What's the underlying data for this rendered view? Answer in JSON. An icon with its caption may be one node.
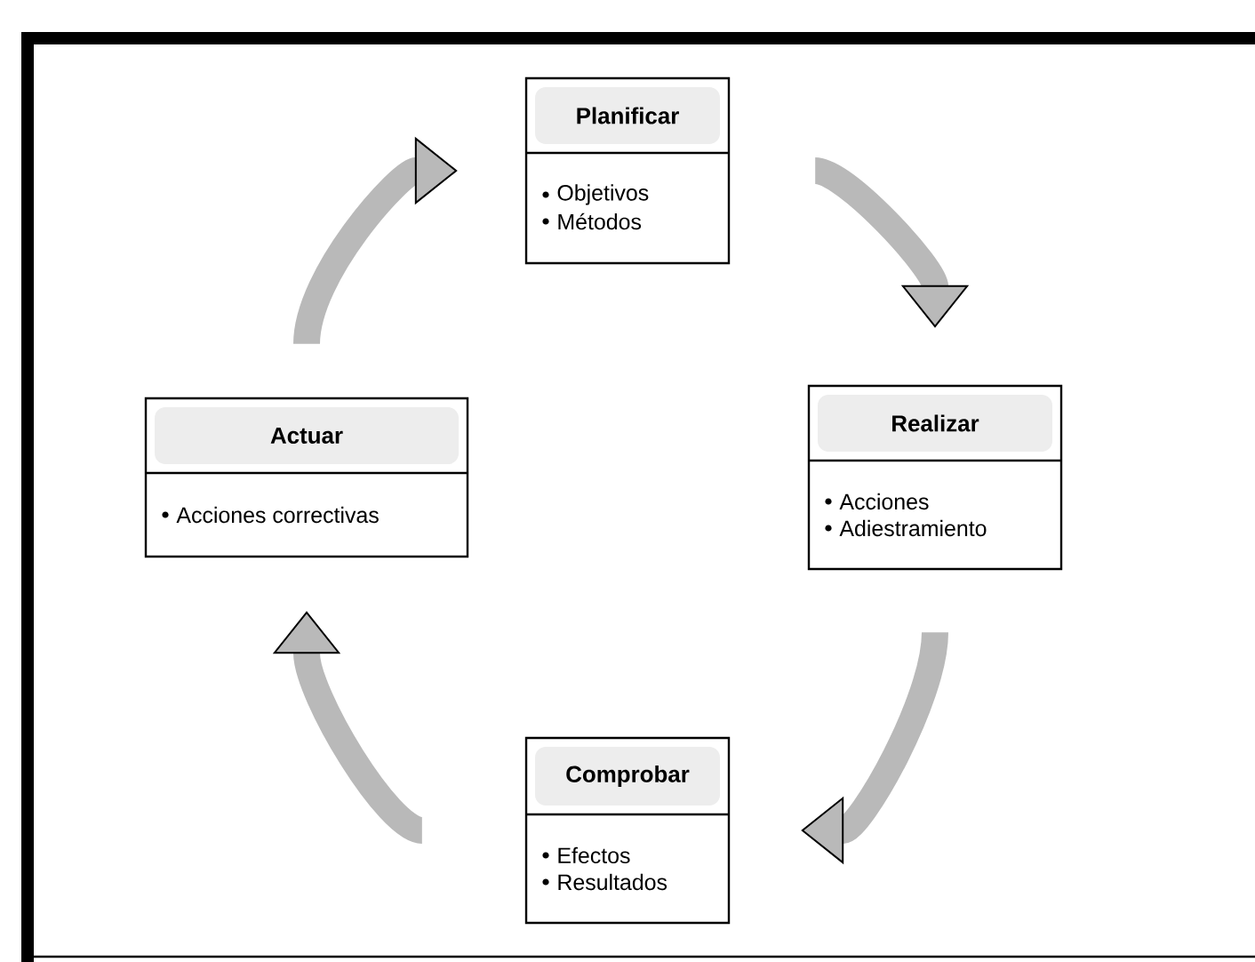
{
  "diagram": {
    "nodes": [
      {
        "text": [
          "Planificar",
          "Objetivos",
          "Métodos"
        ]
      },
      {
        "text": [
          "Realizar",
          "Acciones",
          "Adiestramiento"
        ]
      },
      {
        "text": [
          "Comprobar",
          "Efectos",
          "Resultados"
        ]
      },
      {
        "text": [
          "Actuar",
          "Acciones correctivas"
        ]
      }
    ],
    "edges": [
      {
        "from": 0,
        "to": 1,
        "arrow": "to"
      },
      {
        "from": 1,
        "to": 2,
        "arrow": "to"
      },
      {
        "from": 2,
        "to": 3,
        "arrow": "to"
      },
      {
        "from": 3,
        "to": 0,
        "arrow": "to"
      }
    ]
  }
}
